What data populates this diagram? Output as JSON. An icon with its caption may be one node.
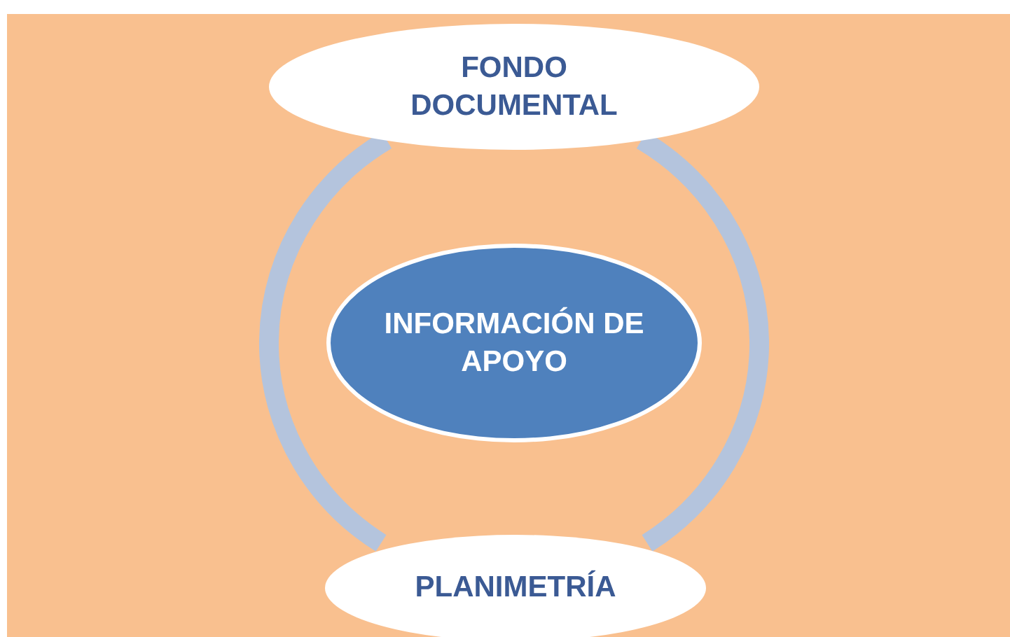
{
  "diagram": {
    "nodes": [
      {
        "text": [
          "FONDO DOCUMENTAL"
        ]
      },
      {
        "text": [
          "INFORMACIÓN DE APOYO"
        ]
      },
      {
        "text": [
          "PLANIMETRÍA"
        ]
      }
    ],
    "edges": [
      {
        "from": 0,
        "to": 2,
        "arrow": "none"
      },
      {
        "from": 0,
        "to": 2,
        "arrow": "none"
      }
    ]
  }
}
